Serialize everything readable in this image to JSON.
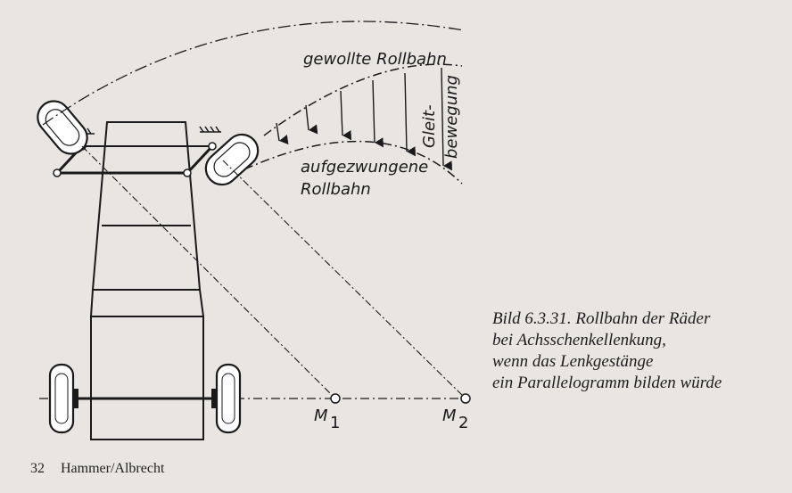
{
  "figure": {
    "labels": {
      "intended_track": "gewollte Rollbahn",
      "slip_part1": "Gleit-",
      "slip_part2": "bewegung",
      "forced_track_part1": "aufgezwungene",
      "forced_track_part2": "Rollbahn",
      "m1_letter": "M",
      "m1_sub": "1",
      "m2_letter": "M",
      "m2_sub": "2"
    }
  },
  "caption": {
    "line1": "Bild 6.3.31. Rollbahn der Räder",
    "line2": "bei Achsschenkellenkung,",
    "line3": "wenn das Lenkgestänge",
    "line4": "ein Parallelogramm bilden würde"
  },
  "footer": {
    "page_number": "32",
    "authors": "Hammer/Albrecht"
  }
}
